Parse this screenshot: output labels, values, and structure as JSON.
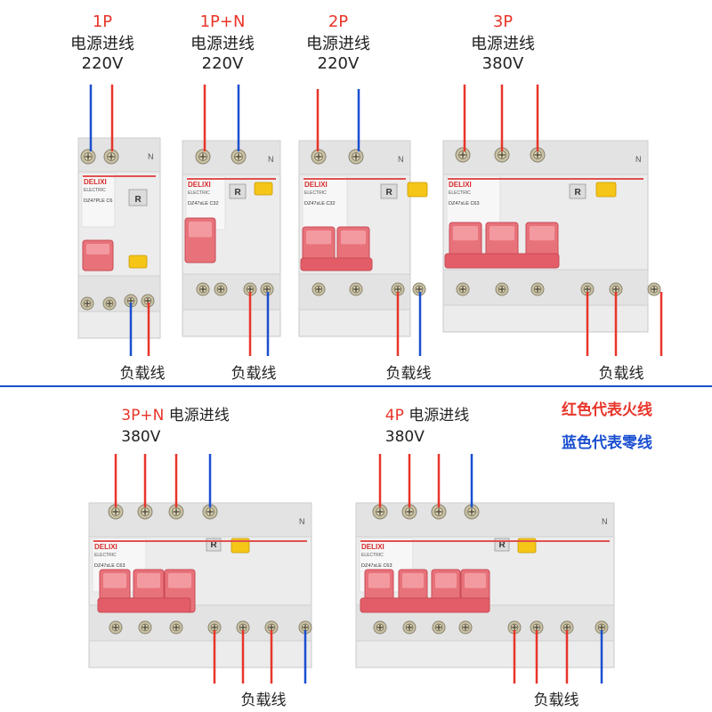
{
  "colors": {
    "live": "#e8352a",
    "neutral": "#1a4fd0",
    "divider": "#1a4fd0",
    "body": "#ececec",
    "handle": "#e8727a",
    "test": "#f5c518"
  },
  "panels": [
    {
      "id": "p1",
      "type_label": "1P",
      "desc": "电源进线",
      "voltage": "220V",
      "load_label": "负载线"
    },
    {
      "id": "p2",
      "type_label": "1P+N",
      "desc": "电源进线",
      "voltage": "220V",
      "load_label": "负载线"
    },
    {
      "id": "p3",
      "type_label": "2P",
      "desc": "电源进线",
      "voltage": "220V",
      "load_label": "负载线"
    },
    {
      "id": "p4",
      "type_label": "3P",
      "desc": "电源进线",
      "voltage": "380V",
      "load_label": "负载线"
    },
    {
      "id": "p5",
      "type_label": "3P+N",
      "desc": "电源进线",
      "voltage": "380V",
      "load_label": "负载线"
    },
    {
      "id": "p6",
      "type_label": "4P",
      "desc": "电源进线",
      "voltage": "380V",
      "load_label": "负载线"
    }
  ],
  "legend": {
    "red": "红色代表火线",
    "blue": "蓝色代表零线"
  },
  "device": {
    "brand": "DELIXI",
    "sub": "ELECTRIC",
    "r_button": "R",
    "n_mark": "N"
  },
  "models": [
    "DZ47PLE C6",
    "DZ47sLE C32",
    "DZ47sLE C32",
    "DZ47sLE C63",
    "DZ47sLE C63",
    "DZ47sLE C63"
  ]
}
